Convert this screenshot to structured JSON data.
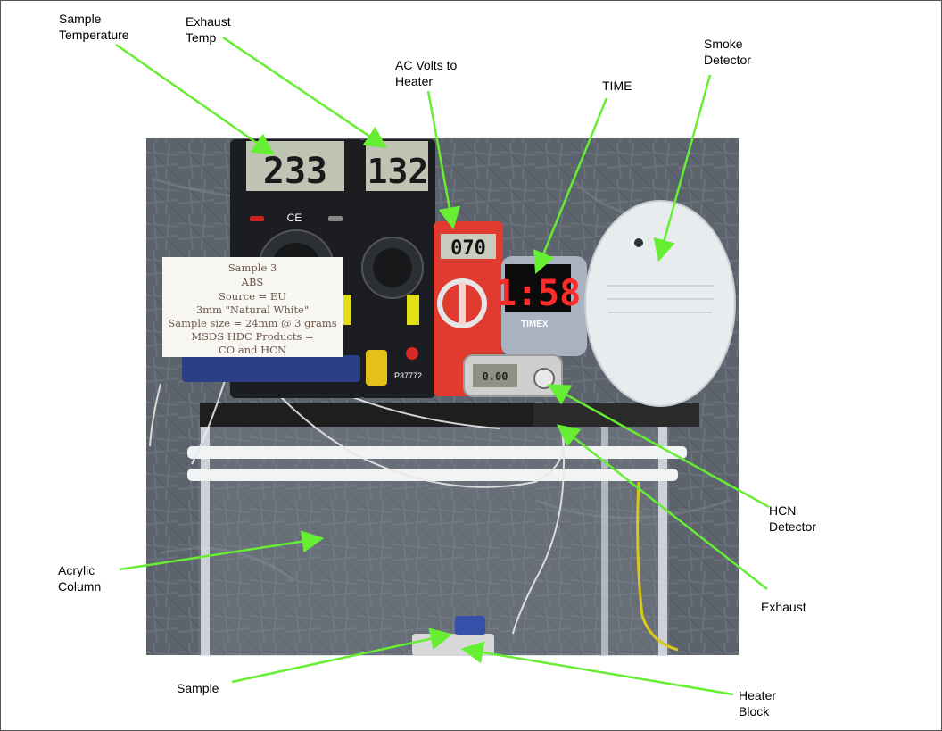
{
  "callouts": {
    "sample_temperature": "Sample\nTemperature",
    "exhaust_temp": "Exhaust\nTemp",
    "ac_volts": "AC Volts to\nHeater",
    "time": "TIME",
    "smoke_detector": "Smoke\nDetector",
    "hcn_detector": "HCN\nDetector",
    "exhaust": "Exhaust",
    "acrylic_column": "Acrylic\nColumn",
    "sample": "Sample",
    "heater_block": "Heater\nBlock"
  },
  "photo": {
    "meter1_reading": "233",
    "meter2_reading": "132",
    "meter_model": "P37772",
    "volt_meter_reading": "070",
    "clock_time": "1:58",
    "clock_brand": "TIMEX",
    "hcn_reading": "0.00",
    "card_lines": [
      "Sample 3",
      "ABS",
      "Source = EU",
      "3mm \"Natural White\"",
      "Sample size = 24mm @ 3 grams",
      "MSDS HDC Products =",
      "CO and HCN"
    ]
  },
  "colors": {
    "arrow": "#66ee33",
    "tarp": "#5f6670",
    "clock_digits": "#ff2a2a",
    "volt_meter_body": "#e8372a"
  }
}
